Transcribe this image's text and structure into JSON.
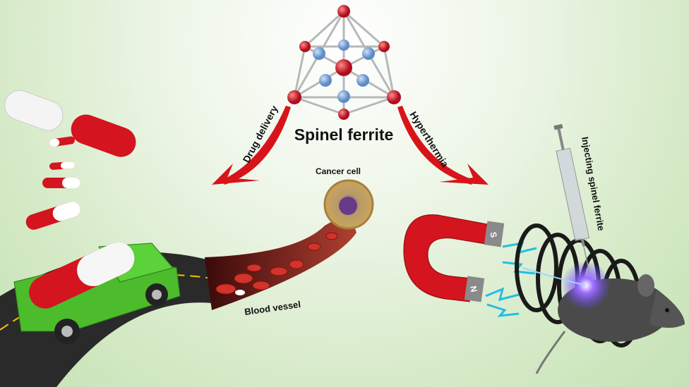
{
  "title": "Spinel ferrite",
  "arrows": {
    "left": "Drug delivery",
    "right": "Hyperthermia"
  },
  "labels": {
    "cancer_cell": "Cancer cell",
    "blood_vessel": "Blood vessel",
    "injecting": "Injecting spinel ferrite"
  },
  "magnet": {
    "south": "S",
    "north": "N"
  },
  "colors": {
    "arrow": "#d8141b",
    "atom_red": "#d01828",
    "atom_blue": "#7fa8d8",
    "truck": "#4cbb2c"
  }
}
